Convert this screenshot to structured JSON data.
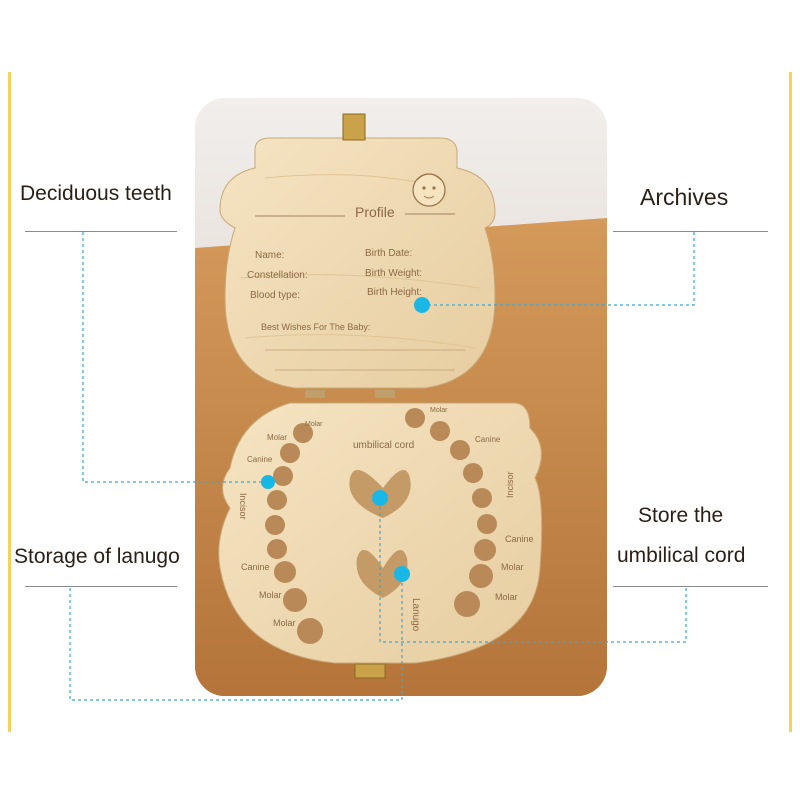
{
  "callouts": {
    "deciduous_teeth": "Deciduous teeth",
    "archives": "Archives",
    "storage_lanugo": "Storage of lanugo",
    "store_cord_line1": "Store the",
    "store_cord_line2": "umbilical cord"
  },
  "lid": {
    "title": "Profile",
    "name": "Name:",
    "birth_date": "Birth Date:",
    "constellation": "Constellation:",
    "birth_weight": "Birth Weight:",
    "blood_type": "Blood  type:",
    "birth_height": "Birth Height:",
    "best_wishes": "Best Wishes For The Baby:"
  },
  "tray": {
    "umbilical_cord": "umbilical cord",
    "lanugo": "Lanugo",
    "incisor_left": "Incisor",
    "incisor_right": "Incisor",
    "molar_top_left": "Molar",
    "molar_top_right": "Molar",
    "molar_left_2": "Molar",
    "canine_right_top": "Canine",
    "canine_left_top": "Canine",
    "canine_right_mid": "Canine",
    "canine_left_bottom": "Canine",
    "molar_right_mid": "Molar",
    "molar_left_bottom": "Molar",
    "molar_right_bottom": "Molar",
    "molar_left_last": "Molar"
  },
  "colors": {
    "accent_dot": "#19b7e6",
    "leader_line": "#3aa7d6",
    "edge_bar": "#f5d25a",
    "wood": "#efd9b0"
  },
  "icons": [
    "baby-face-icon",
    "clasp-icon",
    "hinge-icon"
  ]
}
